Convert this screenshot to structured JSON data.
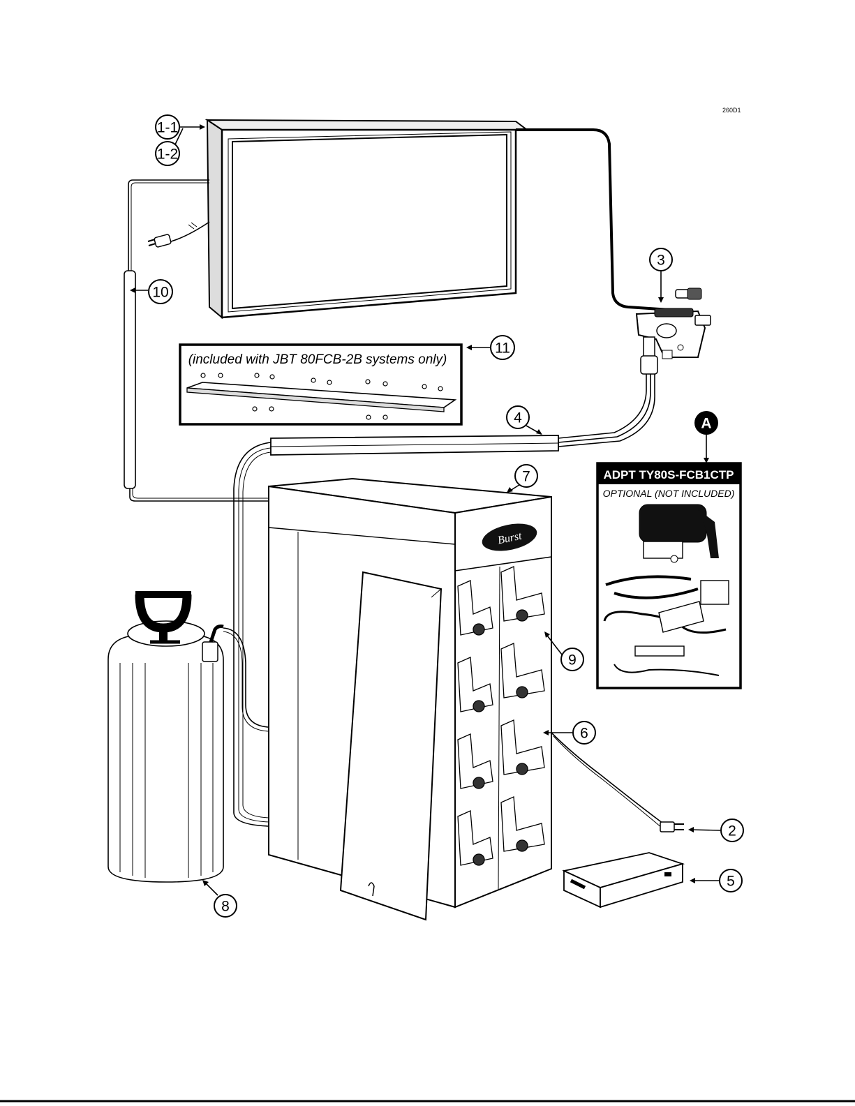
{
  "drawing_number": "260D1",
  "callouts": [
    {
      "id": "1-1",
      "label": "1-1"
    },
    {
      "id": "1-2",
      "label": "1-2"
    },
    {
      "id": "2",
      "label": "2"
    },
    {
      "id": "3",
      "label": "3"
    },
    {
      "id": "4",
      "label": "4"
    },
    {
      "id": "5",
      "label": "5"
    },
    {
      "id": "6",
      "label": "6"
    },
    {
      "id": "7",
      "label": "7"
    },
    {
      "id": "8",
      "label": "8"
    },
    {
      "id": "9",
      "label": "9"
    },
    {
      "id": "10",
      "label": "10"
    },
    {
      "id": "11",
      "label": "11"
    },
    {
      "id": "A",
      "label": "A"
    }
  ],
  "bracket_box": {
    "caption": "(included with JBT 80FCB-2B systems only)"
  },
  "adapter_box": {
    "title": "ADPT TY80S-FCB1CTP",
    "subtitle": "OPTIONAL (NOT INCLUDED)"
  },
  "cabinet": {
    "logo_text": "Burst"
  },
  "colors": {
    "ink": "#000000",
    "paper": "#ffffff",
    "panel": "#f4f4f4"
  }
}
